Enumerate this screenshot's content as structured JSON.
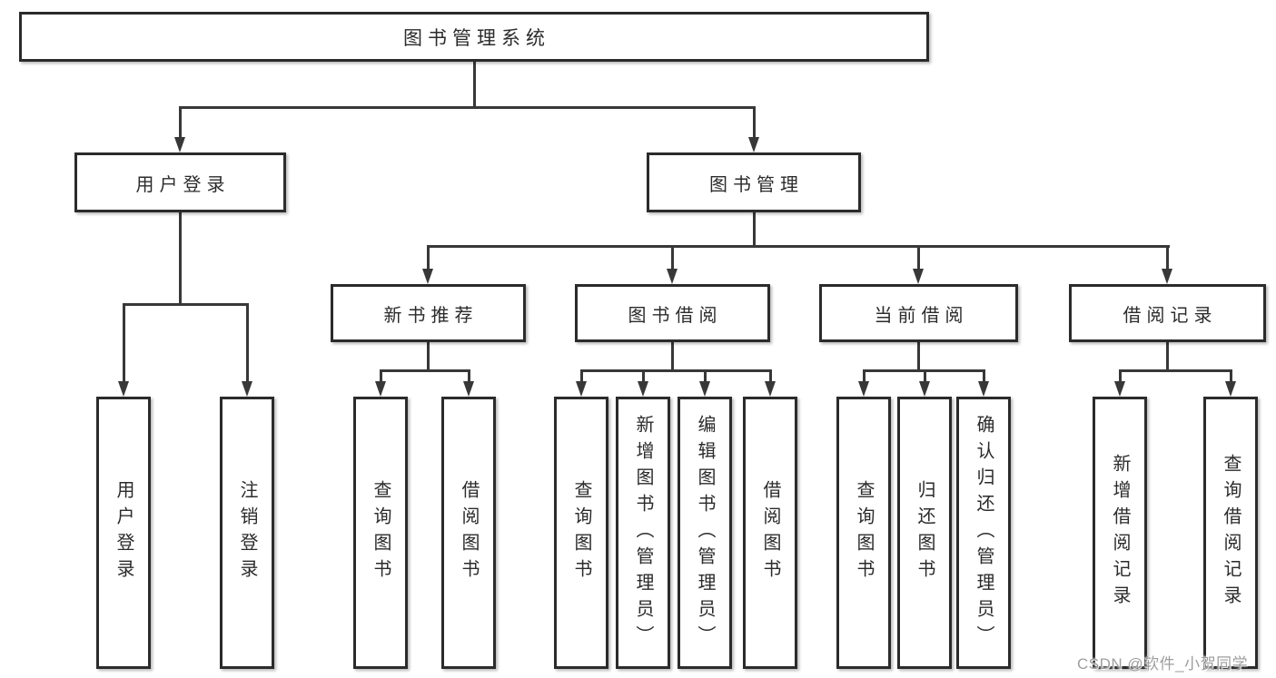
{
  "diagram": {
    "root": {
      "label": "图书管理系统",
      "children": [
        {
          "label": "用户登录",
          "children": [
            {
              "label": "用户登录"
            },
            {
              "label": "注销登录"
            }
          ]
        },
        {
          "label": "图书管理",
          "children": [
            {
              "label": "新书推荐",
              "children": [
                {
                  "label": "查询图书"
                },
                {
                  "label": "借阅图书"
                }
              ]
            },
            {
              "label": "图书借阅",
              "children": [
                {
                  "label": "查询图书"
                },
                {
                  "label": "新增图书（管理员）"
                },
                {
                  "label": "编辑图书（管理员）"
                },
                {
                  "label": "借阅图书"
                }
              ]
            },
            {
              "label": "当前借阅",
              "children": [
                {
                  "label": "查询图书"
                },
                {
                  "label": "归还图书"
                },
                {
                  "label": "确认归还（管理员）"
                }
              ]
            },
            {
              "label": "借阅记录",
              "children": [
                {
                  "label": "新增借阅记录"
                },
                {
                  "label": "查询借阅记录"
                }
              ]
            }
          ]
        }
      ]
    }
  },
  "watermark": {
    "text": "CSDN @软件_小贺同学"
  },
  "colors": {
    "background": "#ffffff",
    "box_border": "#2b2b2b",
    "line": "#383838",
    "text": "#2b2b2b",
    "watermark": "#9e9e9e"
  }
}
